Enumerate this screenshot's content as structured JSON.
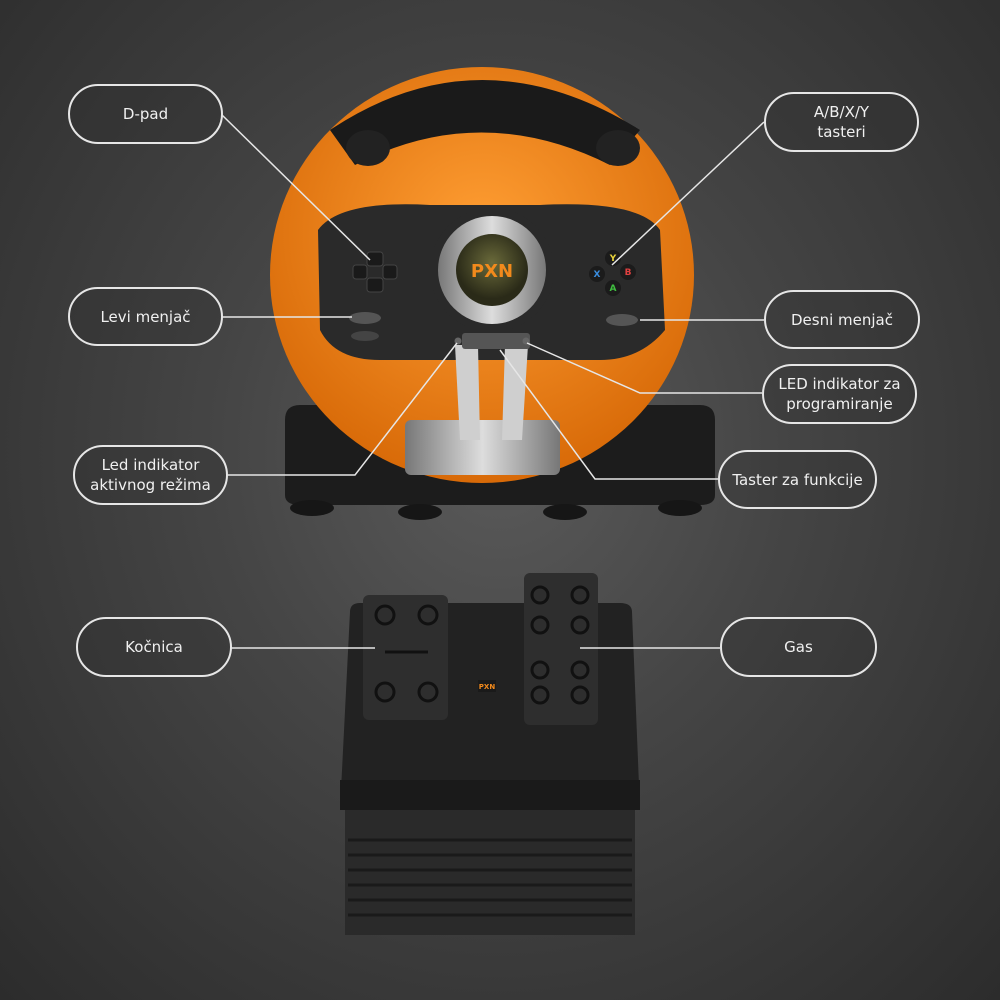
{
  "brand": "PXN",
  "colors": {
    "accent": "#f28a1c",
    "background": "#3f3f3f",
    "callout_border": "#e6e6e6"
  },
  "callouts": {
    "dpad": "D-pad",
    "abxy": "A/B/X/Y\ntasteri",
    "left_shifter": "Levi menjač",
    "right_shifter": "Desni menjač",
    "led_programming": "LED indikator za\nprogramiranje",
    "led_mode": "Led indikator\naktivnog režima",
    "function_button": "Taster za funkcije",
    "brake": "Kočnica",
    "gas": "Gas"
  },
  "buttons": {
    "y": "Y",
    "b": "B",
    "x": "X",
    "a": "A"
  }
}
